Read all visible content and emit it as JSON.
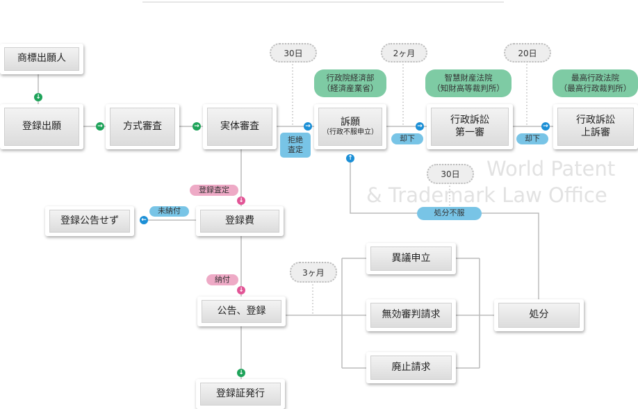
{
  "watermark": {
    "line1": "World Patent",
    "line2": "& Trademark Law Office"
  },
  "boxes": {
    "applicant": "商標出願人",
    "filing": "登録出願",
    "formal": "方式審査",
    "substantive": "実体審査",
    "appeal": "訴願",
    "appeal_sub": "（行政不服申立）",
    "first_l1": "行政訴訟",
    "first_l2": "第一審",
    "upper_l1": "行政訴訟",
    "upper_l2": "上訴審",
    "fee": "登録費",
    "no_pub": "登録公告せず",
    "publish": "公告、登録",
    "cert": "登録証発行",
    "opposition": "異議申立",
    "invalidation": "無効審判請求",
    "cancellation": "廃止請求",
    "disposition": "処分"
  },
  "agencies": {
    "a1_l1": "行政院経済部",
    "a1_l2": "（経済産業省）",
    "a2_l1": "智慧財産法院",
    "a2_l2": "（知財高等裁判所）",
    "a3_l1": "最高行政法院",
    "a3_l2": "（最高行政裁判所）"
  },
  "periods": {
    "p1": "30日",
    "p2": "2ヶ月",
    "p3": "20日",
    "p4": "30日",
    "p5": "3ヶ月"
  },
  "labels": {
    "reject_l1": "拒絶",
    "reject_l2": "査定",
    "dismiss1": "却下",
    "dismiss2": "却下",
    "grant": "登録査定",
    "unpaid": "未納付",
    "paid": "納付",
    "dispute": "処分不服"
  }
}
